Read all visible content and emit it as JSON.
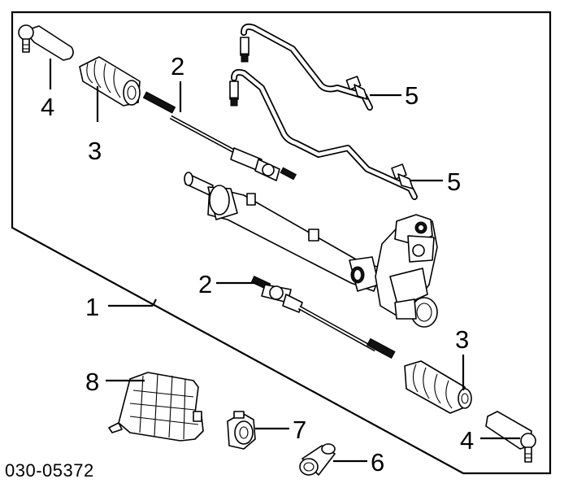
{
  "diagram": {
    "reference_number": "030-05372",
    "callouts": {
      "assembly": "1",
      "inner_tie_rod_top": "2",
      "inner_tie_rod_bottom": "2",
      "boot_top": "3",
      "boot_bottom": "3",
      "tie_rod_end_top": "4",
      "tie_rod_end_bottom": "4",
      "pipe_upper": "5",
      "pipe_lower": "5",
      "grommet": "6",
      "bushing": "7",
      "heat_shield": "8"
    }
  }
}
